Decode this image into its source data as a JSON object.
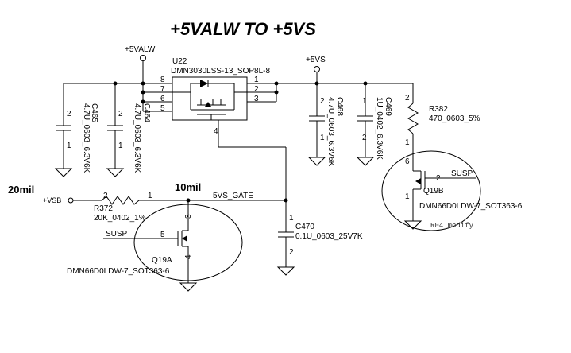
{
  "title": "+5VALW TO +5VS",
  "rails": {
    "v5alw": "+5VALW",
    "v5vs": "+5VS",
    "vsb": "+VSB"
  },
  "widths": {
    "w20": "20mil",
    "w10": "10mil"
  },
  "net_gate": "5VS_GATE",
  "u22": {
    "ref": "U22",
    "part": "DMN3030LSS-13_SOP8L-8",
    "pins": [
      "8",
      "7",
      "6",
      "5",
      "1",
      "2",
      "3",
      "4"
    ]
  },
  "c465": {
    "ref": "C465",
    "value": "4.7U_0603_6.3V6K",
    "p1": "1",
    "p2": "2"
  },
  "c464": {
    "ref": "C464",
    "value": "4.7U_0603_6.3V6K",
    "p1": "1",
    "p2": "2"
  },
  "c468": {
    "ref": "C468",
    "value": "4.7U_0603_6.3V6K",
    "p1": "1",
    "p2": "2"
  },
  "c469": {
    "ref": "C469",
    "value": "1U_0402_6.3V6K",
    "p1": "1",
    "p2": "2"
  },
  "c470": {
    "ref": "C470",
    "value": "0.1U_0603_25V7K",
    "p1": "1",
    "p2": "2"
  },
  "r382": {
    "ref": "R382",
    "value": "470_0603_5%",
    "p1": "1",
    "p2": "2"
  },
  "r372": {
    "ref": "R372",
    "value": "20K_0402_1%",
    "p1": "1",
    "p2": "2"
  },
  "q19a": {
    "ref": "Q19A",
    "part": "DMN66D0LDW-7_SOT363-6",
    "net": "SUSP",
    "p3": "3",
    "p4": "4",
    "p5": "5"
  },
  "q19b": {
    "ref": "Q19B",
    "part": "DMN66D0LDW-7_SOT363-6",
    "net": "SUSP",
    "p1": "1",
    "p2": "2",
    "p6": "6"
  },
  "note": "R04 modify"
}
